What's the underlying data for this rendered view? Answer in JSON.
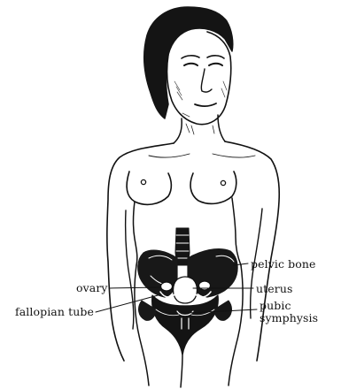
{
  "labels": {
    "pelvic_bone": "pelvic bone",
    "ovary": "ovary",
    "uterus": "uterus",
    "fallopian_tube": "fallopian tube",
    "pubic_symphysis_line1": "pubic",
    "pubic_symphysis_line2": "symphysis"
  },
  "colors": {
    "ink": "#111111",
    "paper": "#ffffff"
  }
}
